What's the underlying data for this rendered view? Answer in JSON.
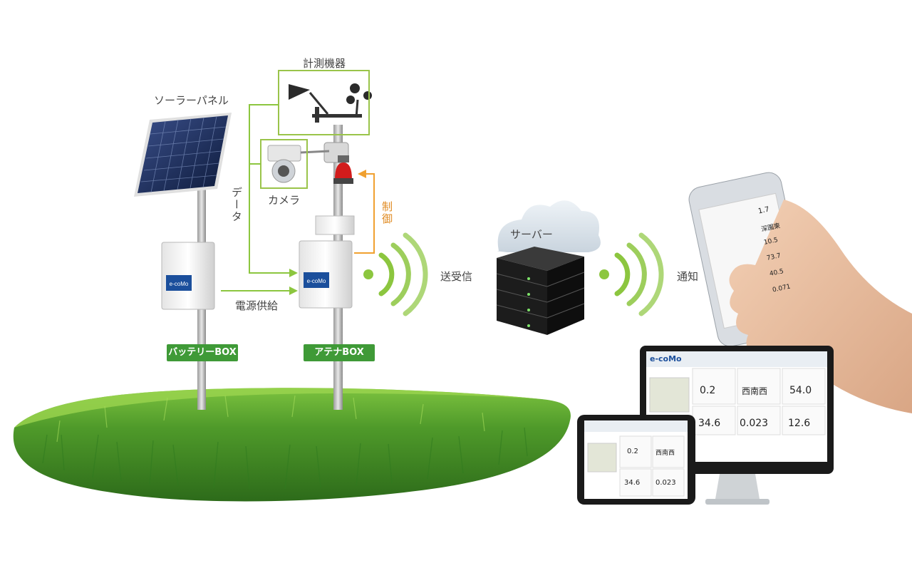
{
  "labels": {
    "solar_panel": "ソーラーパネル",
    "measuring_equipment": "計測機器",
    "camera": "カメラ",
    "data": "データ",
    "control": "制御",
    "power_supply": "電源供給",
    "transmit_receive": "送受信",
    "server": "サーバー",
    "notification": "通知",
    "battery_box": "バッテリーBOX",
    "antenna_box": "アテナBOX"
  },
  "branding": {
    "logo": "e-coMo"
  },
  "phone_readings": [
    "1.7",
    "深園東",
    "10.5",
    "73.7",
    "40.5",
    "0.071"
  ],
  "monitor_readings": [
    "0.2",
    "西南西",
    "54.0",
    "34.6",
    "0.023",
    "12.6"
  ],
  "tablet_readings": [
    "0.2",
    "西南西",
    "34.6",
    "0.023"
  ],
  "colors": {
    "accent_green": "#8cc63f",
    "control_orange": "#f0a030",
    "tag_green": "#3f9a37"
  }
}
